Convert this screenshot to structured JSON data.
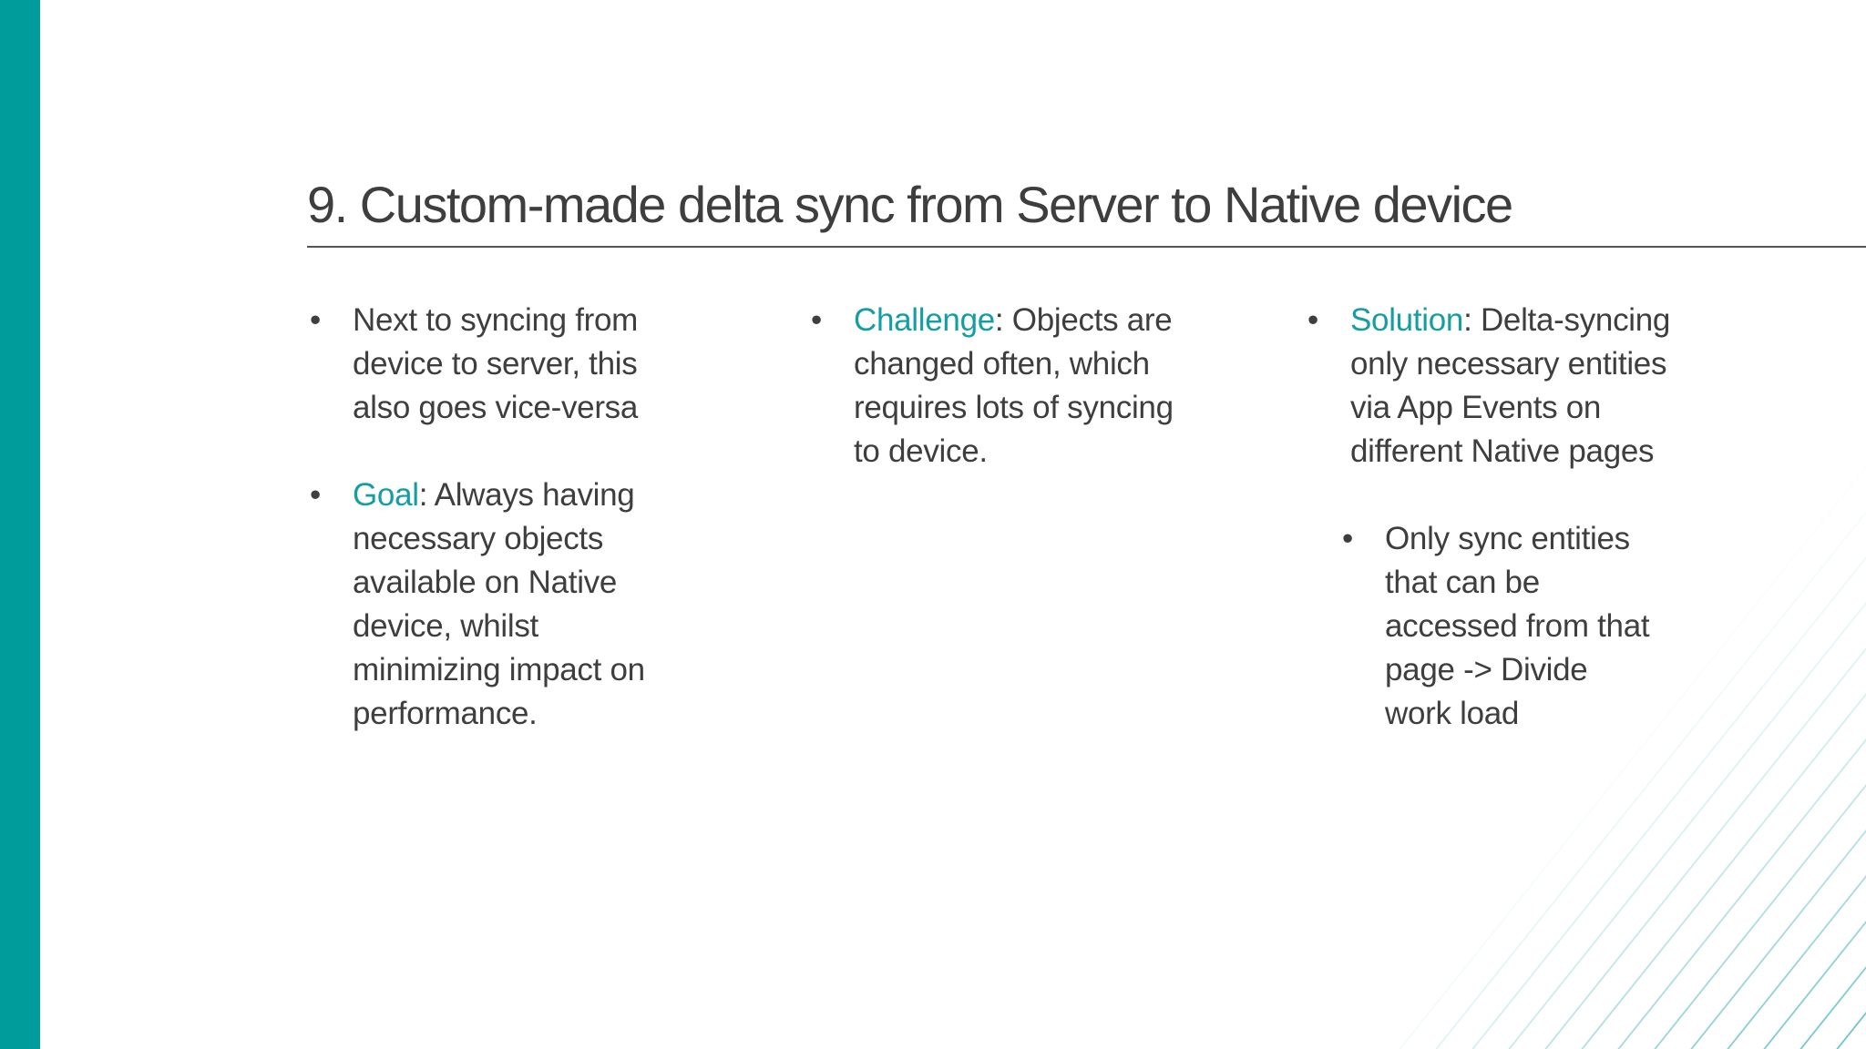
{
  "theme": {
    "accent_teal": "#149EA4",
    "bar_teal": "#009C9B",
    "body_text": "#3E3E3E",
    "rule_gray": "#545454",
    "background": "#FFFFFF",
    "deco_line_teal": "#0C9AA2"
  },
  "slide": {
    "title": "9. Custom-made delta sync from Server to Native device",
    "columns": [
      {
        "bullets": [
          {
            "lead": "",
            "text": "Next to syncing from\ndevice to server, this\nalso goes vice-versa"
          },
          {
            "lead": "Goal",
            "text": ": Always having\nnecessary objects\navailable on Native\ndevice, whilst\nminimizing impact on\nperformance."
          }
        ]
      },
      {
        "bullets": [
          {
            "lead": "Challenge",
            "text": ": Objects are\nchanged often, which\nrequires lots of syncing\nto device."
          }
        ]
      },
      {
        "bullets": [
          {
            "lead": "Solution",
            "text": ": Delta-syncing\nonly necessary entities\nvia App Events on\ndifferent Native pages"
          }
        ],
        "sub_bullets": [
          {
            "text": "Only sync entities\nthat can be\naccessed from that\npage -> Divide\nwork load"
          }
        ]
      }
    ]
  }
}
